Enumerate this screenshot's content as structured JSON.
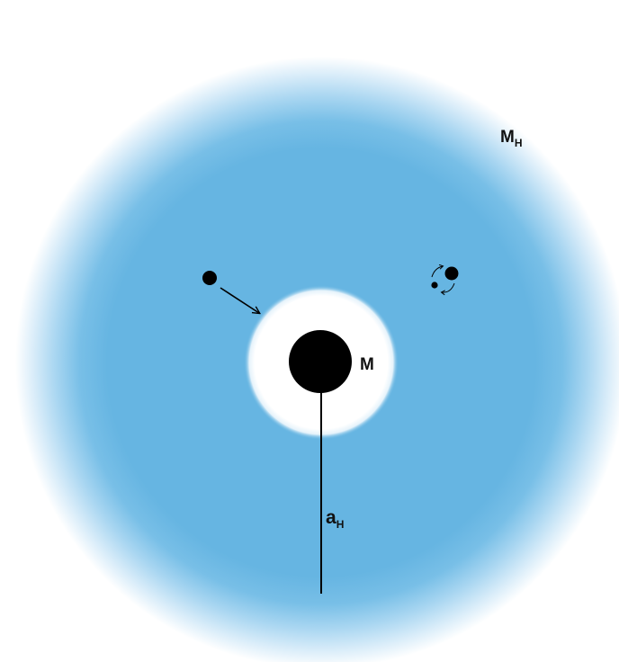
{
  "labels": {
    "halo_mass": {
      "main": "M",
      "sub": "H"
    },
    "central_mass": "M",
    "radius": {
      "main": "a",
      "sub": "H"
    }
  },
  "colors": {
    "halo": "#66b5e2",
    "background": "#ffffff",
    "cavity": "#ffffff",
    "objects": "#000000"
  },
  "icons": {
    "infalling_body": "dot-icon",
    "infall_arrow": "arrow-icon",
    "orbiting_pair": "binary-orbit-icon",
    "central_body": "black-hole-icon"
  }
}
